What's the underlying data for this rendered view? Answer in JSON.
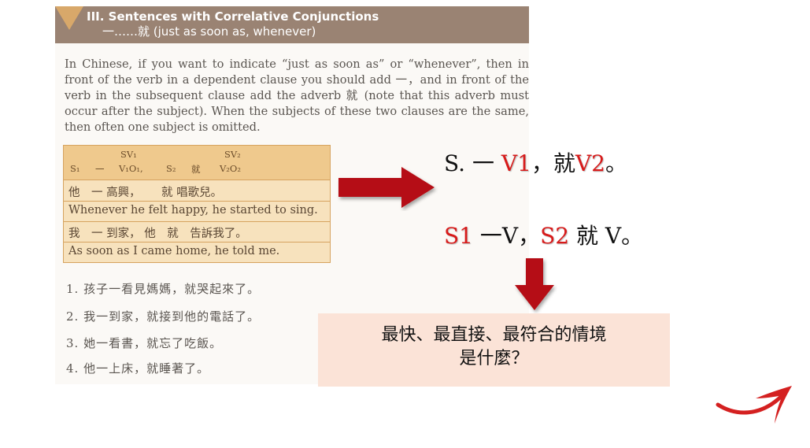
{
  "header": {
    "title": "III. Sentences with Correlative Conjunctions",
    "subtitle": "一……就 (just as soon as, whenever)"
  },
  "paragraph": "In Chinese, if you want to indicate “just as soon as” or “whenever”, then in front of the verb in a dependent clause you should add 一，and in front of the verb in the subsequent clause add the adverb 就 (note that this adverb must occur after the subject). When the subjects of these two clauses are the same, then often one subject is omitted.",
  "table": {
    "head": {
      "sv1": "SV₁",
      "sv2": "SV₂",
      "s1": "S₁",
      "yi": "一",
      "v1o1": "V₁O₁,",
      "s2": "S₂",
      "jiu": "就",
      "v2o2": "V₂O₂"
    },
    "rows": [
      "他　一 高興，　　 就 唱歌兒。",
      "Whenever he felt happy, he started to sing.",
      "我　一 到家， 他　就　告訴我了。",
      "As soon as I came home, he told me."
    ]
  },
  "examples": [
    "1. 孩子一看見媽媽，就哭起來了。",
    "2. 我一到家，就接到他的電話了。",
    "3. 她一看書，就忘了吃飯。",
    "4. 他一上床，就睡著了。"
  ],
  "formula1": {
    "a": "S. 一 ",
    "b": "V1",
    "c": "，就",
    "d": "V2",
    "e": "。"
  },
  "formula2": {
    "a": "S1",
    "b": " 一V，",
    "c": "S2",
    "d": " 就 V。"
  },
  "question": {
    "line1": "最快、最直接、最符合的情境",
    "line2": "是什麼？"
  },
  "colors": {
    "accent_red": "#d81a1a",
    "arrow_red": "#b50d12",
    "question_bg": "#fbe3d7",
    "table_bg": "#f7e2bd",
    "header_bg": "#9a8373"
  }
}
